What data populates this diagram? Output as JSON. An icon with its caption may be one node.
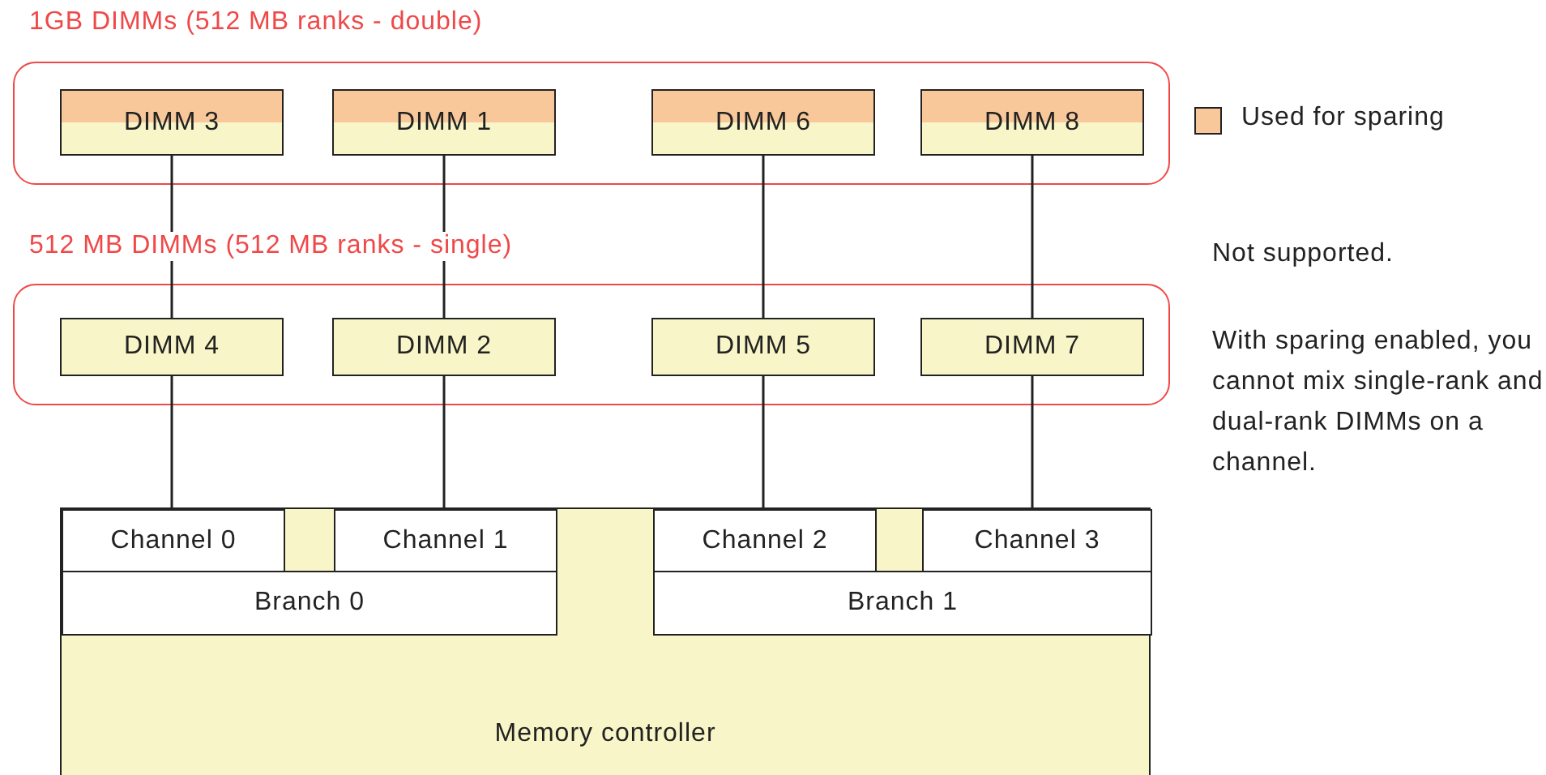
{
  "diagram": {
    "nodes": [
      {
        "text": [
          "1GB DIMMs (512 MB ranks - double)"
        ]
      },
      {
        "text": [
          "DIMM 3"
        ],
        "in": 0
      },
      {
        "text": [
          "DIMM 1"
        ],
        "in": 0
      },
      {
        "text": [
          "DIMM 6"
        ],
        "in": 0
      },
      {
        "text": [
          "DIMM 8"
        ],
        "in": 0
      },
      {
        "text": [
          "512 MB DIMMs (512 MB ranks - single)"
        ]
      },
      {
        "text": [
          "DIMM 4"
        ],
        "in": 5
      },
      {
        "text": [
          "DIMM 2"
        ],
        "in": 5
      },
      {
        "text": [
          "DIMM 5"
        ],
        "in": 5
      },
      {
        "text": [
          "DIMM 7"
        ],
        "in": 5
      },
      {
        "text": [
          "Memory controller"
        ]
      },
      {
        "text": [
          "Channel 0"
        ],
        "in": 10
      },
      {
        "text": [
          "Channel 1"
        ],
        "in": 10
      },
      {
        "text": [
          "Channel 2"
        ],
        "in": 10
      },
      {
        "text": [
          "Channel 3"
        ],
        "in": 10
      },
      {
        "text": [
          "Branch 0"
        ],
        "in": 10
      },
      {
        "text": [
          "Branch 1"
        ],
        "in": 10
      }
    ],
    "edges": [
      {
        "from": 1,
        "to": 6,
        "arrow": "none"
      },
      {
        "from": 6,
        "to": 11,
        "arrow": "none"
      },
      {
        "from": 2,
        "to": 7,
        "arrow": "none"
      },
      {
        "from": 7,
        "to": 12,
        "arrow": "none"
      },
      {
        "from": 3,
        "to": 8,
        "arrow": "none"
      },
      {
        "from": 8,
        "to": 13,
        "arrow": "none"
      },
      {
        "from": 4,
        "to": 9,
        "arrow": "none"
      },
      {
        "from": 9,
        "to": 14,
        "arrow": "none"
      }
    ],
    "labels": [
      "Not supported.",
      "With sparing enabled, you cannot mix single-rank and dual-rank DIMMs on a channel."
    ],
    "legend": [
      {
        "text": "Used for sparing",
        "color": "#f8c89a"
      }
    ]
  }
}
